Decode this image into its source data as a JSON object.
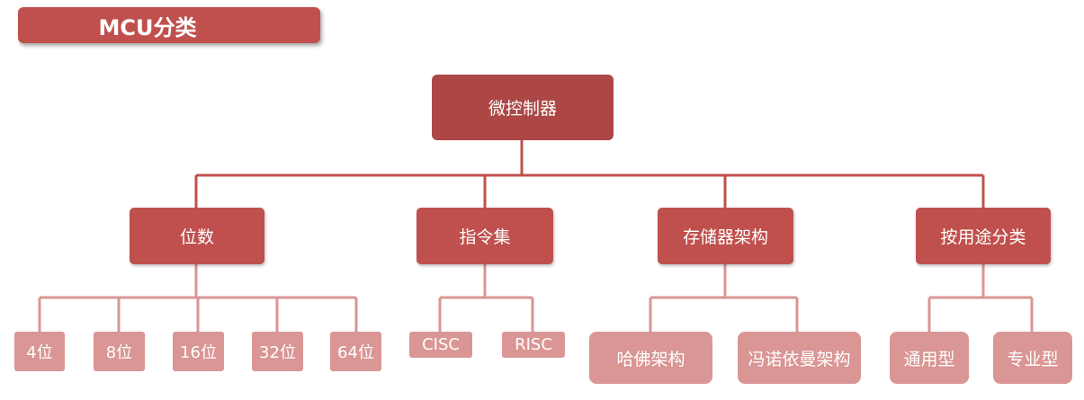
{
  "title": "MCU分类",
  "root": {
    "label": "微控制器"
  },
  "categories": [
    {
      "label": "位数",
      "children": [
        "4位",
        "8位",
        "16位",
        "32位",
        "64位"
      ]
    },
    {
      "label": "指令集",
      "children": [
        "CISC",
        "RISC"
      ]
    },
    {
      "label": "存储器架构",
      "children": [
        "哈佛架构",
        "冯诺依曼架构"
      ]
    },
    {
      "label": "按用途分类",
      "children": [
        "通用型",
        "专业型"
      ]
    }
  ],
  "colors": {
    "banner": "#c0504d",
    "root": "#ac4745",
    "category": "#c0504d",
    "leaf": "#d99694",
    "connector_upper": "#c0504d",
    "connector_lower": "#d99694"
  }
}
